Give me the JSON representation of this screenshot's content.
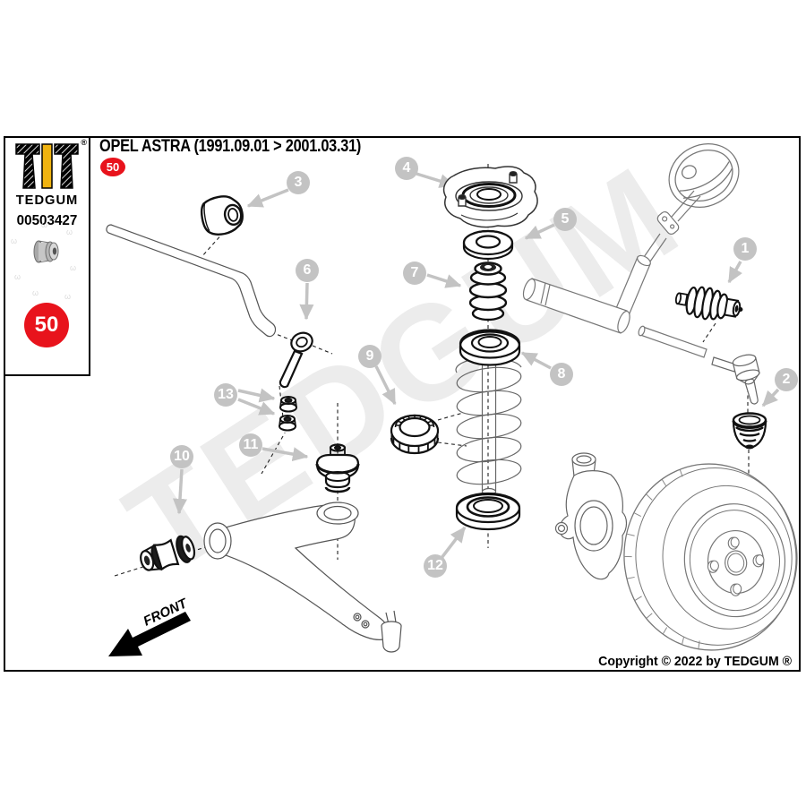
{
  "header": {
    "title": "OPEL ASTRA (1991.09.01 > 2001.03.31)",
    "badge": "50"
  },
  "sidebar": {
    "brand": "TEDGUM",
    "registered": "®",
    "part_number": "00503427",
    "badge": "50"
  },
  "diagram": {
    "front_label": "FRONT",
    "watermark": "TEDGUM"
  },
  "callouts": [
    {
      "label": "1"
    },
    {
      "label": "2"
    },
    {
      "label": "3"
    },
    {
      "label": "4"
    },
    {
      "label": "5"
    },
    {
      "label": "6"
    },
    {
      "label": "7"
    },
    {
      "label": "8"
    },
    {
      "label": "9"
    },
    {
      "label": "10"
    },
    {
      "label": "11"
    },
    {
      "label": "12"
    },
    {
      "label": "13"
    }
  ],
  "footer": {
    "copyright": "Copyright © 2022 by TEDGUM ®"
  },
  "colors": {
    "accent_red": "#e8131c",
    "logo_yellow": "#f0b310",
    "callout_gray": "#c3c3c3"
  }
}
